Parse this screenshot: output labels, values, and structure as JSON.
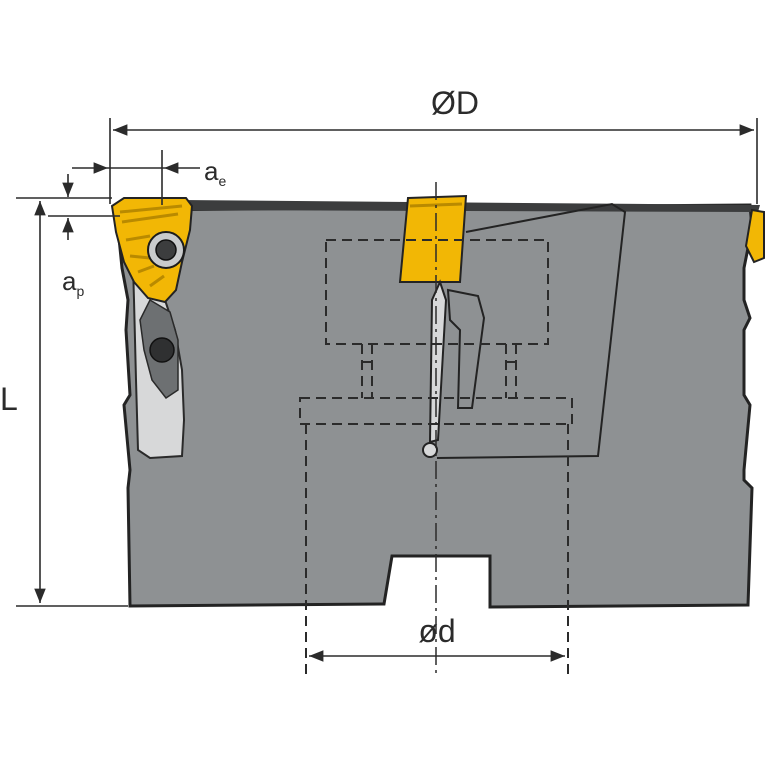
{
  "labels": {
    "outer_diameter": "ØD",
    "bore_diameter": "ød",
    "length": "L",
    "a_main": "a",
    "a_e_sub": "e",
    "a_p_main": "a",
    "a_p_sub": "p"
  },
  "colors": {
    "body": "#8e9193",
    "body_dark": "#5f6264",
    "outline": "#232323",
    "insert": "#f2b705",
    "insert_dark": "#b98a00",
    "dimension": "#2b2b2b",
    "hidden_line": "#2b2b2b",
    "background": "#ffffff"
  }
}
